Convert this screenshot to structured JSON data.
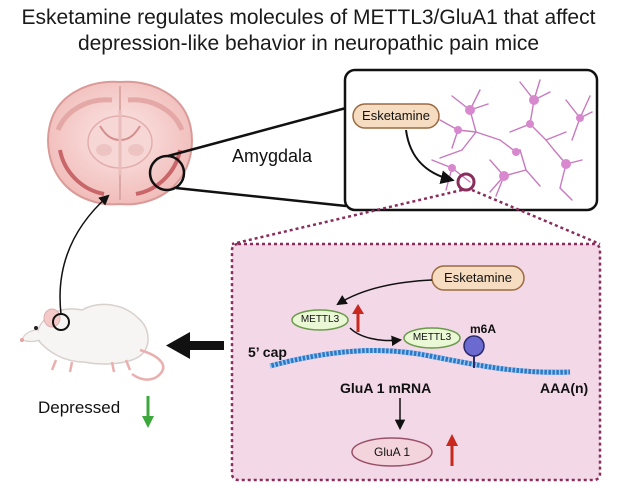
{
  "title": {
    "line1": "Esketamine regulates molecules of METTL3/GluA1 that affect",
    "line2": "depression-like behavior in neuropathic pain mice"
  },
  "labels": {
    "amygdala": "Amygdala",
    "esketamine_top": "Esketamine",
    "esketamine_inner": "Esketamine",
    "mettl3_a": "METTL3",
    "mettl3_b": "METTL3",
    "m6a": "m6A",
    "cap": "5’ cap",
    "polya": "AAA(n)",
    "mrna": "GluA 1 mRNA",
    "glua1": "GluA 1",
    "depressed": "Depressed"
  },
  "colors": {
    "pill_fill": "#f6dcc0",
    "pill_stroke": "#9a6a40",
    "mettl3_fill": "#eaf8d6",
    "mettl3_stroke": "#6a9a4a",
    "glua1_fill": "#f4d4dc",
    "glua1_stroke": "#9a5068",
    "panel_fill": "#f3d8e8",
    "panel_border": "#8a2d5c",
    "mrna_strand": "#2a78c8",
    "m6a_fill": "#6a6ad0",
    "up_arrow": "#c8281e",
    "down_arrow": "#3ca83c",
    "neuron": "#c060b0"
  },
  "indicators": {
    "mettl3_change": "up",
    "glua1_change": "up",
    "depressed_change": "down"
  },
  "icons": [
    "brain-section-icon",
    "neuron-network-icon",
    "mouse-icon",
    "up-arrow-icon",
    "down-arrow-icon"
  ]
}
